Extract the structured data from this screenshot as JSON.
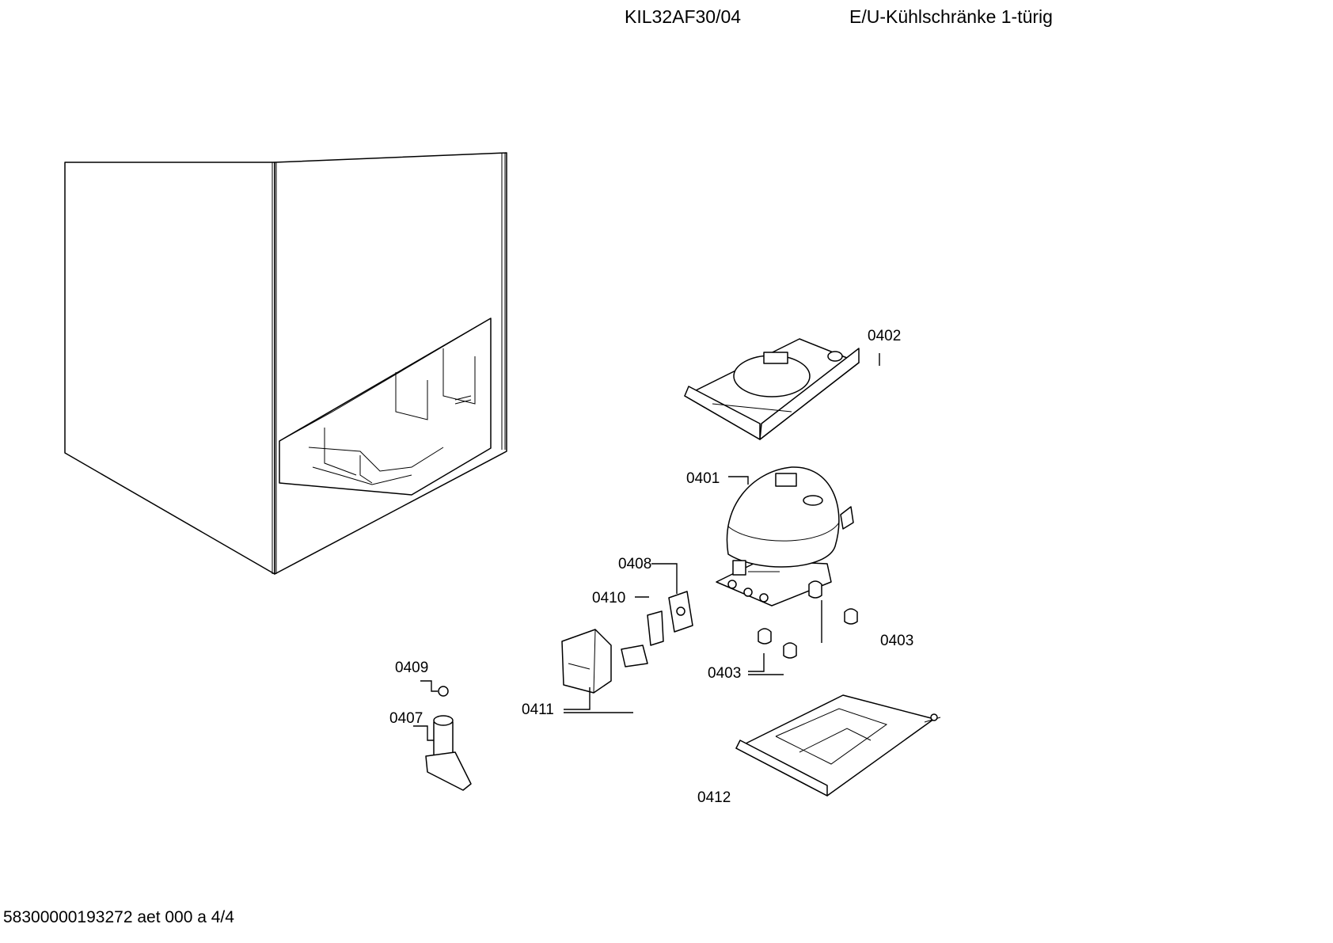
{
  "header": {
    "model": "KIL32AF30/04",
    "description": "E/U-Kühlschränke 1-türig"
  },
  "footer": {
    "document_code": "58300000193272 aet 000 a 4/4"
  },
  "parts": [
    {
      "id": "0402",
      "label": "0402",
      "icon": "drip-tray"
    },
    {
      "id": "0401",
      "label": "0401",
      "icon": "compressor"
    },
    {
      "id": "0408",
      "label": "0408",
      "icon": "relay"
    },
    {
      "id": "0410",
      "label": "0410",
      "icon": "clip"
    },
    {
      "id": "0403a",
      "label": "0403",
      "icon": "grommet"
    },
    {
      "id": "0403b",
      "label": "0403",
      "icon": "grommet"
    },
    {
      "id": "0409",
      "label": "0409",
      "icon": "nut"
    },
    {
      "id": "0411",
      "label": "0411",
      "icon": "terminal-cover"
    },
    {
      "id": "0407",
      "label": "0407",
      "icon": "foot"
    },
    {
      "id": "0412",
      "label": "0412",
      "icon": "base-plate"
    }
  ]
}
